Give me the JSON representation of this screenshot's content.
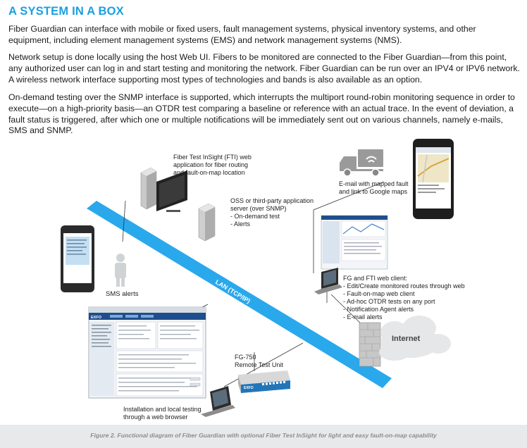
{
  "title": "A SYSTEM IN A BOX",
  "paragraphs": [
    "Fiber Guardian can interface with mobile or fixed users, fault management systems, physical inventory systems, and other equipment, including element management systems (EMS) and network management systems (NMS).",
    "Network setup is done locally using the host Web UI. Fibers to be monitored are connected to the Fiber Guardian—from this point, any authorized user can log in and start testing and monitoring the network. Fiber Guardian can be run over an IPV4 or IPV6 network. A wireless network interface supporting most types of technologies and bands is also available as an option.",
    "On-demand testing over the SNMP interface is supported, which interrupts the multiport round-robin monitoring sequence in order to execute—on a high-priority basis—an OTDR test comparing a baseline or reference with an actual trace. In the event of deviation, a fault status is triggered, after which one or multiple notifications will be immediately sent out on various channels, namely e-mails, SMS and SNMP."
  ],
  "diagram": {
    "lan_label": "LAN (TCP/IP)",
    "fti": [
      "Fiber Test InSight (FTI) web",
      "application for fiber routing",
      "and fault-on-map location"
    ],
    "oss": [
      "OSS or third-party application",
      "server (over SNMP)",
      "- On-demand test",
      "- Alerts"
    ],
    "email": [
      "E-mail with mapped fault",
      "and link to Google maps"
    ],
    "sms": "SMS alerts",
    "fg_client": [
      "FG and FTI web client:",
      "- Edit/Create monitored routes through web",
      "- Fault-on-map web client",
      "- Ad-hoc OTDR tests on any port",
      "- Notification Agent alerts",
      "- E-mail alerts"
    ],
    "internet": "Internet",
    "fg750": [
      "FG-750",
      "Remote Test Unit"
    ],
    "install": [
      "Installation and local testing",
      "through a web browser"
    ],
    "rtu_brand": "EXFO",
    "screen_brand": "EXFO"
  },
  "caption": "Figure 2. Functional diagram of Fiber Guardian with optional Fiber Test InSight for light and easy fault-on-map capability",
  "colors": {
    "accent": "#1b9fe0",
    "lan": "#2aa8ec",
    "caption_bg": "#e8e9ea"
  }
}
